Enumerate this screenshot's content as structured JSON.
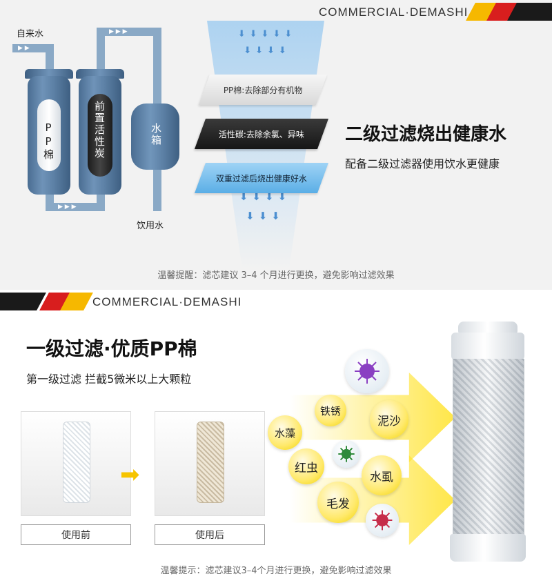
{
  "brand": "COMMERCIAL·DEMASHI",
  "top": {
    "labels": {
      "tap_water": "自来水",
      "drinking_water": "饮用水",
      "pp": "PP棉",
      "carbon": "前置活性炭",
      "tank": "水箱"
    },
    "layers": [
      "PP棉:去除部分有机物",
      "活性碳:去除余氯、异味",
      "双重过滤后烧出健康好水"
    ],
    "headline": "二级过滤烧出健康水",
    "subheadline": "配备二级过滤器使用饮水更健康",
    "tip": "温馨提醒：滤芯建议 3–4 个月进行更换，避免影响过滤效果"
  },
  "bottom": {
    "headline": "一级过滤·优质PP棉",
    "subheadline": "第一级过滤 拦截5微米以上大颗粒",
    "before_label": "使用前",
    "after_label": "使用后",
    "impurities": [
      "铁锈",
      "泥沙",
      "水藻",
      "红虫",
      "水虱",
      "毛发"
    ],
    "tip": "温馨提示：滤芯建议3–4个月进行更换，避免影响过滤效果"
  },
  "colors": {
    "stripe_yellow": "#f6b800",
    "stripe_red": "#d81e1e",
    "stripe_black": "#1a1a1a",
    "pipe": "#8aa9c6",
    "filter_blue": "#5b7fa4",
    "bubble_yellow": "#ffe96b"
  },
  "icons": [
    "arrow-right-icon",
    "germ-icon"
  ]
}
